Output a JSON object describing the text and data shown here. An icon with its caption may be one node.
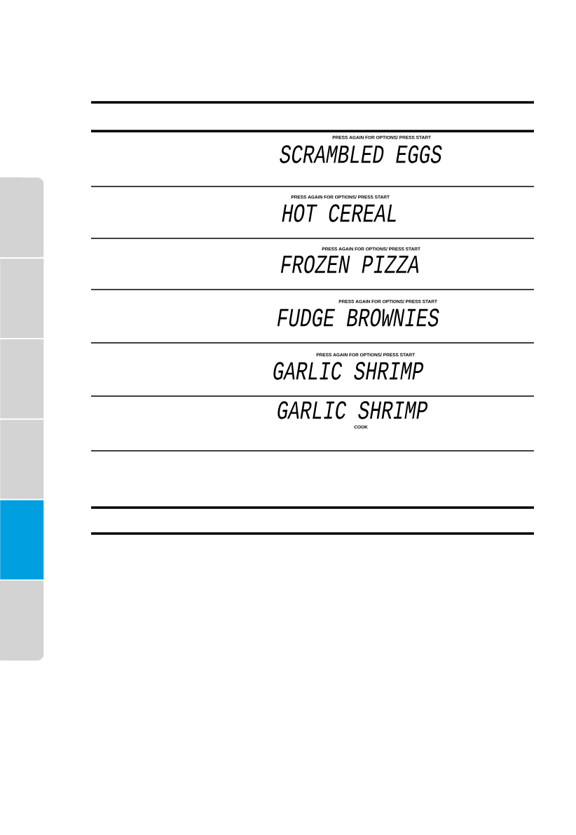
{
  "diagram": {
    "nodes": [
      {
        "text": [],
        "shape": "box"
      },
      {
        "text": [],
        "shape": "box"
      },
      {
        "text": [],
        "shape": "box"
      },
      {
        "text": [],
        "shape": "box"
      },
      {
        "text": [],
        "shape": "box"
      },
      {
        "text": [],
        "shape": "box"
      }
    ],
    "labels": [
      "PRESS AGAIN FOR OPTIONS/ PRESS START",
      "SCRAMBLED EGGS",
      "PRESS AGAIN FOR OPTIONS/ PRESS START",
      "HOT CEREAL",
      "PRESS AGAIN FOR OPTIONS/ PRESS START",
      "FROZEN PIZZA",
      "PRESS AGAIN FOR OPTIONS/ PRESS START",
      "FUDGE BROWNIES",
      "PRESS AGAIN FOR OPTIONS/ PRESS START",
      "GARLIC SHRIMP",
      "GARLIC SHRIMP",
      "COOK"
    ]
  }
}
